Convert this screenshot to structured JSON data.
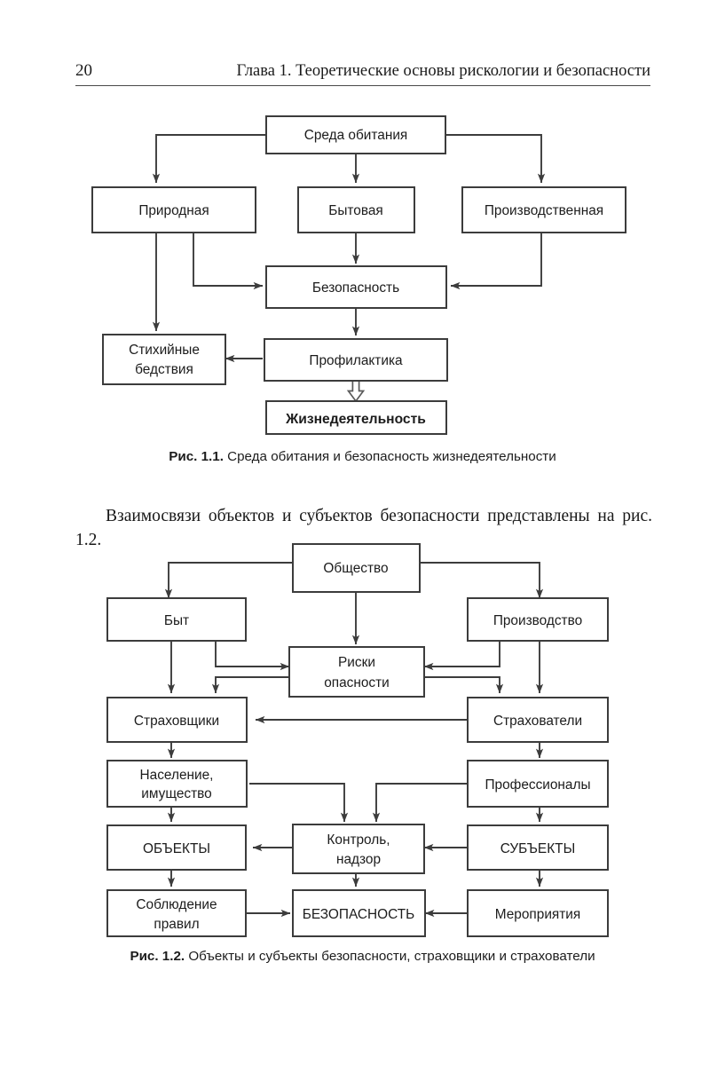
{
  "page": {
    "folio": "20",
    "running_title": "Глава 1. Теоретические основы рискологии и безопасности"
  },
  "body_text": {
    "paragraph_1": "Взаимосвязи объектов и субъектов безопасности представлены на рис. 1.2."
  },
  "figure_1": {
    "caption_label": "Рис. 1.1.",
    "caption_text": " Среда обитания и безопасность жизнедеятельности",
    "nodes": {
      "sreda": "Среда обитания",
      "prirodnaya": "Природная",
      "bytovaya": "Бытовая",
      "proizvodstvennaya": "Производственная",
      "bezopasnost": "Безопасность",
      "stihiynye_1": "Стихийные",
      "stihiynye_2": "бедствия",
      "profilaktika": "Профилактика",
      "zhiznedeyatelnost": "Жизнедеятельность"
    }
  },
  "figure_2": {
    "caption_label": "Рис. 1.2.",
    "caption_text": " Объекты и субъекты безопасности, страховщики и страхователи",
    "nodes": {
      "obshchestvo": "Общество",
      "byt": "Быт",
      "proizvodstvo": "Производство",
      "riski_1": "Риски",
      "riski_2": "опасности",
      "strahovshchiki": "Страховщики",
      "strahovateli": "Страхователи",
      "naselenie_1": "Население,",
      "naselenie_2": "имущество",
      "professionaly": "Профессионалы",
      "obyekty": "ОБЪЕКТЫ",
      "kontrol_1": "Контроль,",
      "kontrol_2": "надзор",
      "subyekty": "СУБЪЕКТЫ",
      "soblyudenie_1": "Соблюдение",
      "soblyudenie_2": "правил",
      "bezopasnost": "БЕЗОПАСНОСТЬ",
      "meropriyatiya": "Мероприятия"
    }
  },
  "colors": {
    "ink": "#1c1c1c",
    "line": "#3c3c3c",
    "rule": "#4a4a4a",
    "paper": "#ffffff"
  }
}
